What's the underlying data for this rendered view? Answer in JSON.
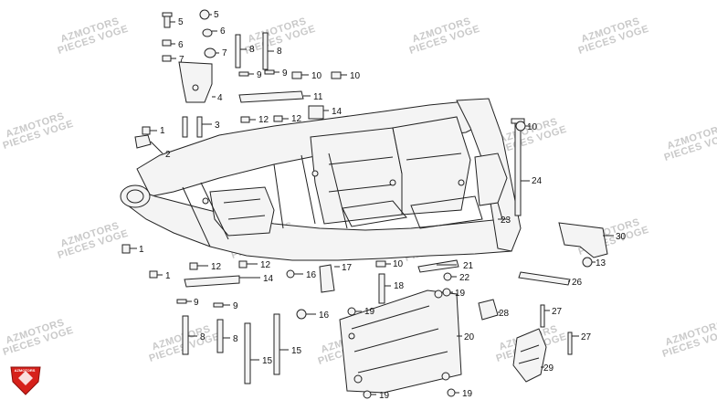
{
  "watermark": {
    "line1": "AZMOTORS",
    "line2": "PIECES VOGE"
  },
  "logo": {
    "text": "AZMOTORS"
  },
  "callouts": [
    {
      "n": "1"
    },
    {
      "n": "2"
    },
    {
      "n": "3"
    },
    {
      "n": "4"
    },
    {
      "n": "5"
    },
    {
      "n": "6"
    },
    {
      "n": "7"
    },
    {
      "n": "8"
    },
    {
      "n": "9"
    },
    {
      "n": "10"
    },
    {
      "n": "11"
    },
    {
      "n": "12"
    },
    {
      "n": "13"
    },
    {
      "n": "14"
    },
    {
      "n": "15"
    },
    {
      "n": "16"
    },
    {
      "n": "17"
    },
    {
      "n": "18"
    },
    {
      "n": "19"
    },
    {
      "n": "20"
    },
    {
      "n": "21"
    },
    {
      "n": "22"
    },
    {
      "n": "23"
    },
    {
      "n": "24"
    },
    {
      "n": "26"
    },
    {
      "n": "27"
    },
    {
      "n": "28"
    },
    {
      "n": "29"
    },
    {
      "n": "30"
    }
  ],
  "colors": {
    "line": "#222222",
    "watermark": "#c9c9c9",
    "logo_red": "#d6211b"
  }
}
